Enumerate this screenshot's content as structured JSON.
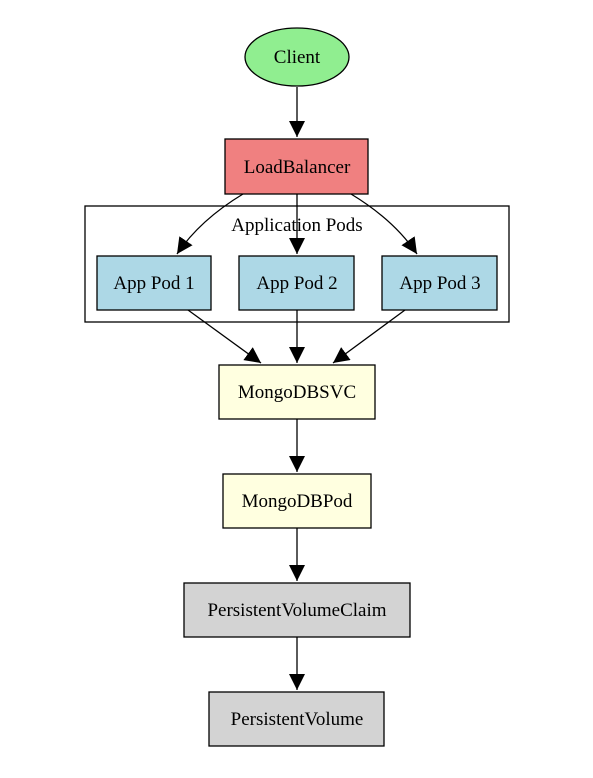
{
  "diagram": {
    "nodes": {
      "client": {
        "label": "Client",
        "fill": "#90ee90",
        "shape": "ellipse"
      },
      "load_balancer": {
        "label": "LoadBalancer",
        "fill": "#f08080",
        "shape": "box"
      },
      "app_pod_1": {
        "label": "App Pod 1",
        "fill": "#add8e6",
        "shape": "box"
      },
      "app_pod_2": {
        "label": "App Pod 2",
        "fill": "#add8e6",
        "shape": "box"
      },
      "app_pod_3": {
        "label": "App Pod 3",
        "fill": "#add8e6",
        "shape": "box"
      },
      "mongodb_svc": {
        "label": "MongoDBSVC",
        "fill": "#ffffe0",
        "shape": "box"
      },
      "mongodb_pod": {
        "label": "MongoDBPod",
        "fill": "#ffffe0",
        "shape": "box"
      },
      "pvc": {
        "label": "PersistentVolumeClaim",
        "fill": "#d3d3d3",
        "shape": "box"
      },
      "pv": {
        "label": "PersistentVolume",
        "fill": "#d3d3d3",
        "shape": "box"
      }
    },
    "cluster": {
      "label": "Application Pods"
    },
    "edges": [
      {
        "from": "Client",
        "to": "LoadBalancer"
      },
      {
        "from": "LoadBalancer",
        "to": "App Pod 1"
      },
      {
        "from": "LoadBalancer",
        "to": "App Pod 2"
      },
      {
        "from": "LoadBalancer",
        "to": "App Pod 3"
      },
      {
        "from": "App Pod 1",
        "to": "MongoDBSVC"
      },
      {
        "from": "App Pod 2",
        "to": "MongoDBSVC"
      },
      {
        "from": "App Pod 3",
        "to": "MongoDBSVC"
      },
      {
        "from": "MongoDBSVC",
        "to": "MongoDBPod"
      },
      {
        "from": "MongoDBPod",
        "to": "PersistentVolumeClaim"
      },
      {
        "from": "PersistentVolumeClaim",
        "to": "PersistentVolume"
      }
    ]
  }
}
